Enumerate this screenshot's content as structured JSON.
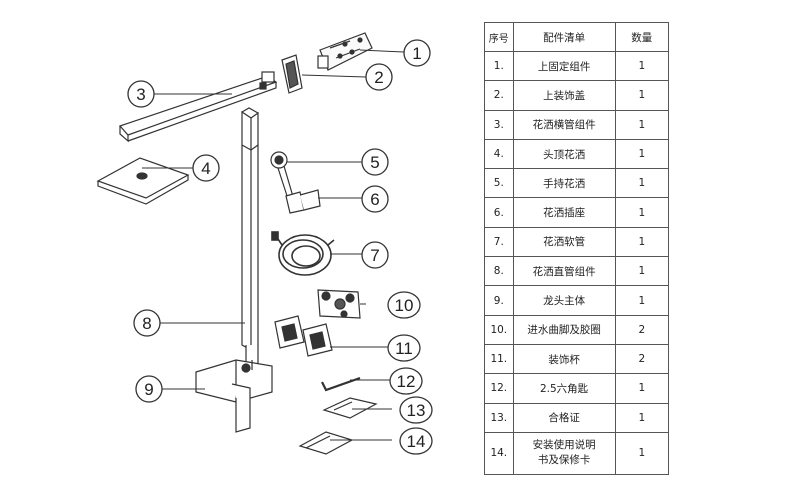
{
  "callouts": [
    "1",
    "2",
    "3",
    "4",
    "5",
    "6",
    "7",
    "8",
    "9",
    "10",
    "11",
    "12",
    "13",
    "14"
  ],
  "table": {
    "headers": {
      "no": "序号",
      "name": "配件清单",
      "qty": "数量"
    },
    "rows": [
      {
        "no": "1.",
        "name": "上固定组件",
        "qty": "1"
      },
      {
        "no": "2.",
        "name": "上装饰盖",
        "qty": "1"
      },
      {
        "no": "3.",
        "name": "花洒横管组件",
        "qty": "1"
      },
      {
        "no": "4.",
        "name": "头顶花洒",
        "qty": "1"
      },
      {
        "no": "5.",
        "name": "手持花洒",
        "qty": "1"
      },
      {
        "no": "6.",
        "name": "花洒插座",
        "qty": "1"
      },
      {
        "no": "7.",
        "name": "花洒软管",
        "qty": "1"
      },
      {
        "no": "8.",
        "name": "花洒直管组件",
        "qty": "1"
      },
      {
        "no": "9.",
        "name": "龙头主体",
        "qty": "1"
      },
      {
        "no": "10.",
        "name": "进水曲脚及胶圈",
        "qty": "2"
      },
      {
        "no": "11.",
        "name": "装饰杯",
        "qty": "2"
      },
      {
        "no": "12.",
        "name": "2.5六角匙",
        "qty": "1"
      },
      {
        "no": "13.",
        "name": "合格证",
        "qty": "1"
      },
      {
        "no": "14.",
        "name": "安装使用说明书及保修卡",
        "qty": "1"
      }
    ]
  }
}
